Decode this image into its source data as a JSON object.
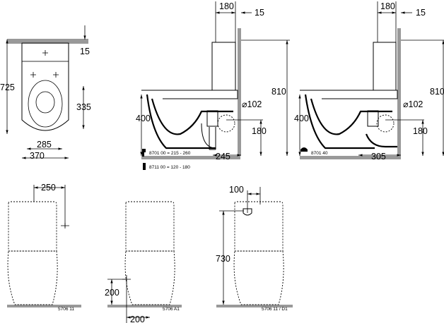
{
  "top_view": {
    "d_depth": "725",
    "d_tank_offset": "15",
    "d_seat": "335",
    "d_fix": "285",
    "d_width": "370"
  },
  "side_view_1": {
    "d_tank_depth": "180",
    "d_wall_gap": "15",
    "d_height": "810",
    "d_rim": "400",
    "d_pipe": "⌀102",
    "d_outlet_h": "180",
    "d_outlet_x": "245",
    "note_1": "8701 00 = 215 - 260",
    "note_2": "8711 00 = 120 - 180"
  },
  "side_view_2": {
    "d_tank_depth": "180",
    "d_wall_gap": "15",
    "d_height": "810",
    "d_rim": "400",
    "d_pipe": "⌀102",
    "d_outlet_h": "180",
    "d_outlet_x": "305",
    "note": "8701 40"
  },
  "front_views": [
    {
      "dim_a": "250",
      "code": "5706 11"
    },
    {
      "dim_a": "200",
      "dim_b": "200",
      "code": "5706 A1"
    },
    {
      "dim_a": "100",
      "dim_b": "730",
      "code": "5706 11 / D1"
    }
  ]
}
